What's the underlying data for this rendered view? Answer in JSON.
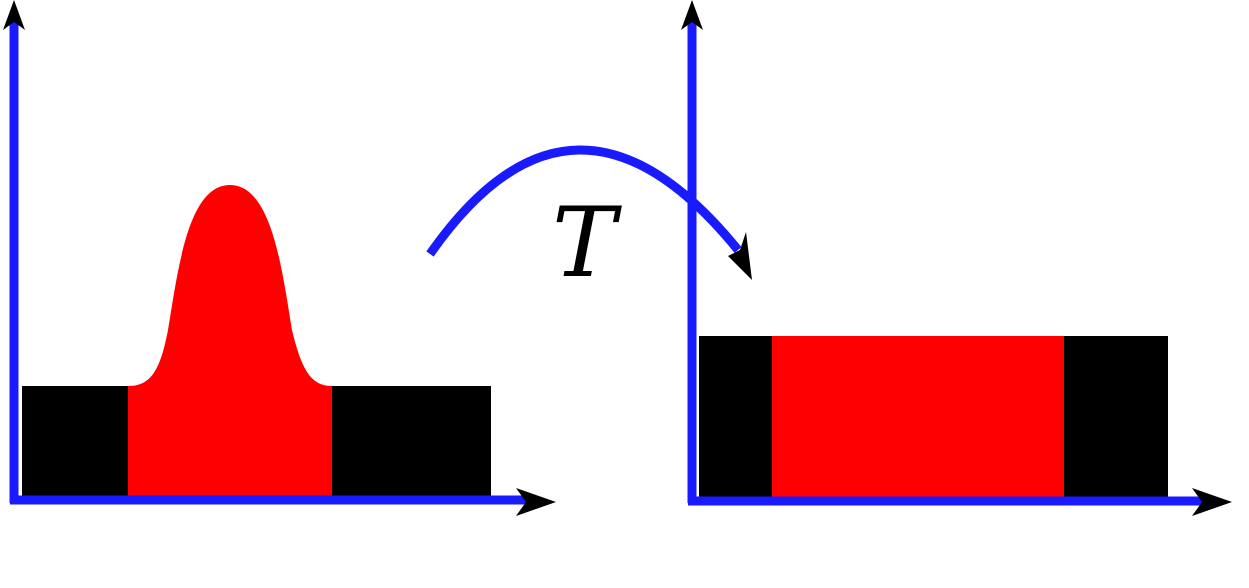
{
  "colors": {
    "axis": "#1a1aff",
    "arrowhead": "#000000",
    "left_tail": "#000000",
    "highlight": "#ff0000",
    "label": "#000000",
    "background": "#ffffff"
  },
  "mapping_arrow": {
    "label": "T",
    "icon": "curved-arrow-icon"
  },
  "left_panel": {
    "description_icon": "bell-curve-on-plateau",
    "segments": [
      "black",
      "red-peak",
      "black"
    ]
  },
  "right_panel": {
    "description_icon": "flat-plateau",
    "segments": [
      "black",
      "red-flat",
      "black"
    ]
  }
}
